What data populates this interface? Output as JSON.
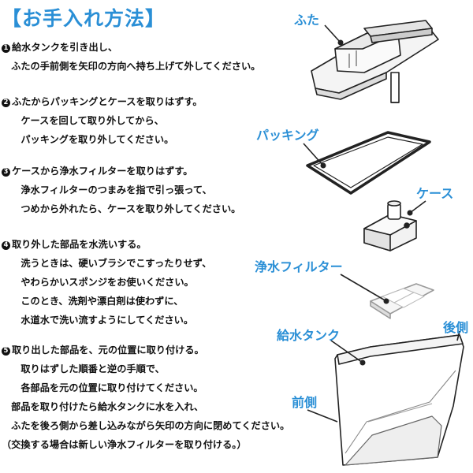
{
  "title": "【お手入れ方法】",
  "steps": [
    {
      "num": "1",
      "lines": [
        "給水タンクを引き出し、",
        "　ふたの手前側を矢印の方向へ持ち上げて外してください。"
      ]
    },
    {
      "num": "2",
      "lines": [
        "ふたからパッキングとケースを取りはずす。",
        "　　ケースを回して取り外してから、",
        "　　パッキングを取り外してください。"
      ]
    },
    {
      "num": "3",
      "lines": [
        "ケースから浄水フィルターを取りはずす。",
        "　　浄水フィルターのつまみを指で引っ張って、",
        "　　つめから外れたら、ケースを取り外してください。"
      ]
    },
    {
      "num": "4",
      "lines": [
        "取り外した部品を水洗いする。",
        "　　洗うときは、硬いブラシでこすったりせず、",
        "　　やわらかいスポンジをお使いください。",
        "　　このとき、洗剤や漂白剤は使わずに、",
        "　　水道水で洗い流すようにしてください。"
      ]
    },
    {
      "num": "5",
      "lines": [
        "取り出した部品を、元の位置に取り付ける。",
        "　　取りはずした順番と逆の手順で、",
        "　　各部品を元の位置に取り付けてください。",
        "　部品を取り付けたら給水タンクに水を入れ、",
        "　ふたを後ろ側から差し込みながら矢印の方向に閉めてください。",
        "（交換する場合は新しい浄水フィルターを取り付ける。）"
      ]
    }
  ],
  "labels": {
    "lid": "ふた",
    "packing": "パッキング",
    "case": "ケース",
    "filter": "浄水フィルター",
    "tank": "給水タンク",
    "back": "後側",
    "front": "前側"
  },
  "colors": {
    "accent": "#2a8fd6",
    "text": "#111111"
  }
}
